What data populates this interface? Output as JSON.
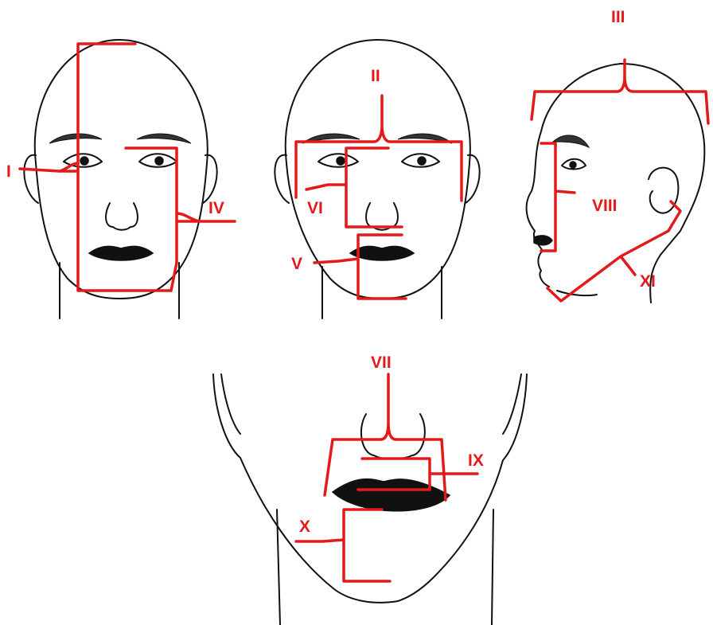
{
  "zones": {
    "I": "I",
    "II": "II",
    "III": "III",
    "IV": "IV",
    "V": "V",
    "VI": "VI",
    "VII": "VII",
    "VIII": "VIII",
    "IX": "IX",
    "X": "X",
    "XI": "XI"
  },
  "colors": {
    "zone_outline": "#e31a1a",
    "drawing": "#111111",
    "background": "#ffffff"
  }
}
